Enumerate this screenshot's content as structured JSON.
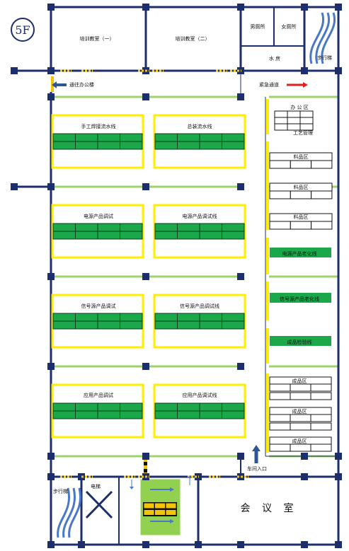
{
  "floor_label": "5F",
  "rooms": {
    "training_1": "培训教室（一）",
    "training_2": "培训教室（二）",
    "mens_restroom": "男厕所",
    "womens_restroom": "女厕所",
    "water_room": "水  房",
    "stairs_top": "步行梯",
    "stairs_bottom": "步行梯",
    "elevator": "电梯",
    "meeting_room": "会 议 室"
  },
  "passages": {
    "to_office": "通往办公楼",
    "emergency": "紧急通道",
    "workshop_entrance": "车间入口"
  },
  "production_lines": [
    "手工焊接流水线",
    "总装流水线",
    "电源产品调试",
    "电源产品调试线",
    "信号源产品调试",
    "信号源产品调试线",
    "应用产品调试",
    "应用产品调试线"
  ],
  "right_zone": {
    "office": "办 公 区",
    "process_mgmt": "工艺管理",
    "material_area": "料品区",
    "power_aging": "电源产品老化线",
    "signal_aging": "信号源产品老化线",
    "final_inspection": "成品检验线",
    "finished_area": "成品区"
  },
  "colors": {
    "wall": "#1c2e6b",
    "aisle": "#9ed36b",
    "workstation": "#1aa84a",
    "zone_border": "#ffee00",
    "emergency_arrow": "#e01f1f",
    "entrance_arrow": "#2f5597",
    "freight_lift": "#92d050",
    "cargo": "#f5c400"
  }
}
